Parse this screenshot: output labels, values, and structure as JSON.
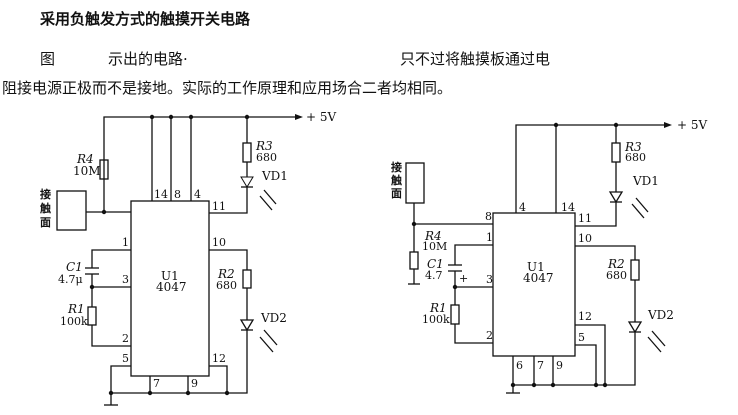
{
  "document": {
    "title": "采用负触发方式的触摸开关电路",
    "line1_a": "图",
    "line1_b": "示出的电路·",
    "line1_c": "只不过将触摸板通过电",
    "line2": "阻接电源正极而不是接地。实际的工作原理和应用场合二者均相同。"
  },
  "left_circuit": {
    "supply": "+ 5V",
    "touch_plate": [
      "接",
      "触",
      "面"
    ],
    "ic_name": "U1",
    "ic_part": "4047",
    "pins": {
      "p14": "14",
      "p8": "8",
      "p4": "4",
      "p11": "11",
      "p10": "10",
      "p1": "1",
      "p3": "3",
      "p2": "2",
      "p5": "5",
      "p12": "12",
      "p7": "7",
      "p9": "9"
    },
    "r4": {
      "name": "R4",
      "value": "10M"
    },
    "r3": {
      "name": "R3",
      "value": "680"
    },
    "r2": {
      "name": "R2",
      "value": "680"
    },
    "r1": {
      "name": "R1",
      "value": "100k"
    },
    "c1": {
      "name": "C1",
      "value": "4.7μ"
    },
    "vd1": "VD1",
    "vd2": "VD2"
  },
  "right_circuit": {
    "supply": "+ 5V",
    "touch_plate": [
      "接",
      "触",
      "面"
    ],
    "ic_name": "U1",
    "ic_part": "4047",
    "pins": {
      "p4": "4",
      "p14": "14",
      "p8": "8",
      "p11": "11",
      "p10": "10",
      "p1": "1",
      "p3": "3",
      "p2": "2",
      "p12": "12",
      "p5": "5",
      "p6": "6",
      "p7": "7",
      "p9": "9"
    },
    "r4": {
      "name": "R4",
      "value": "10M"
    },
    "r3": {
      "name": "R3",
      "value": "680"
    },
    "r2": {
      "name": "R2",
      "value": "680"
    },
    "r1": {
      "name": "R1",
      "value": "100k"
    },
    "c1": {
      "name": "C1",
      "value": "4.7",
      "polarity": "+"
    },
    "vd1": "VD1",
    "vd2": "VD2"
  }
}
